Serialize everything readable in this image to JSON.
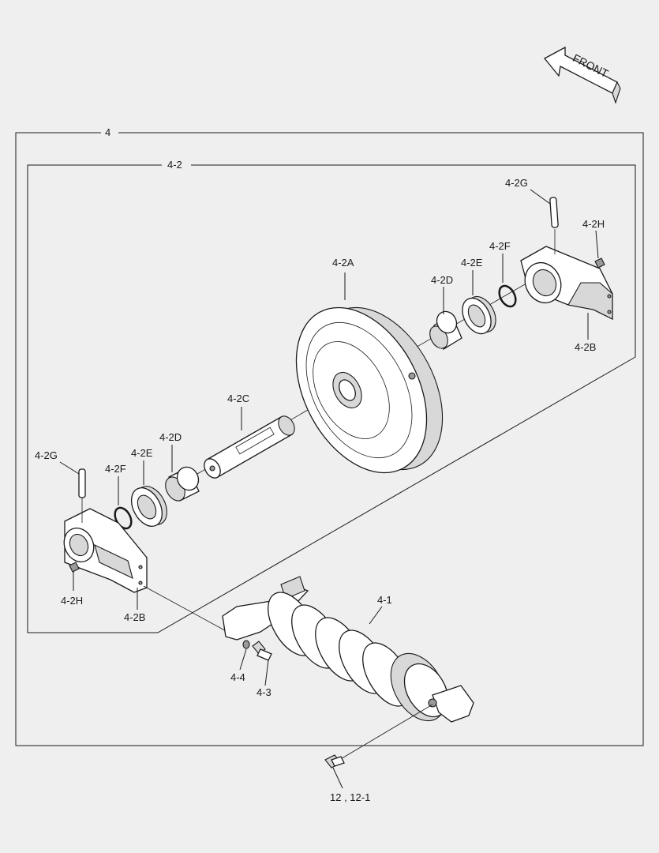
{
  "front_arrow": {
    "label": "FRONT"
  },
  "assembly": {
    "main_label": "4",
    "sub_label": "4-2"
  },
  "parts": [
    {
      "id": "idler",
      "label": "4-2A"
    },
    {
      "id": "bracket-right",
      "label": "4-2B"
    },
    {
      "id": "bracket-left",
      "label": "4-2B"
    },
    {
      "id": "shaft",
      "label": "4-2C"
    },
    {
      "id": "bushing-right",
      "label": "4-2D"
    },
    {
      "id": "bushing-left",
      "label": "4-2D"
    },
    {
      "id": "seal-right",
      "label": "4-2E"
    },
    {
      "id": "seal-left",
      "label": "4-2E"
    },
    {
      "id": "oring-right",
      "label": "4-2F"
    },
    {
      "id": "oring-left",
      "label": "4-2F"
    },
    {
      "id": "pin-right",
      "label": "4-2G"
    },
    {
      "id": "pin-left",
      "label": "4-2G"
    },
    {
      "id": "plug-right",
      "label": "4-2H"
    },
    {
      "id": "plug-left",
      "label": "4-2H"
    },
    {
      "id": "recoil-spring",
      "label": "4-1"
    },
    {
      "id": "bolt",
      "label": "4-3"
    },
    {
      "id": "washer",
      "label": "4-4"
    },
    {
      "id": "grease-fitting",
      "label": "12 , 12-1"
    }
  ]
}
